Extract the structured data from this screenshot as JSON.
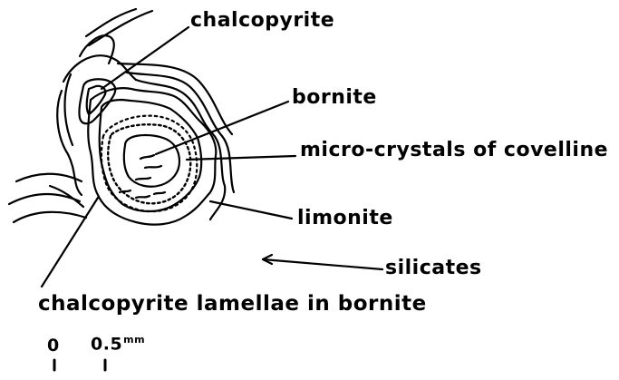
{
  "labels": {
    "chalcopyrite": "chalcopyrite",
    "bornite": "bornite",
    "covelline": "micro-crystals of covelline",
    "limonite": "limonite",
    "silicates": "silicates",
    "lamellae": "chalcopyrite lamellae in bornite"
  },
  "scale_bar": {
    "start": "0",
    "end": "0.5",
    "unit": "mm"
  },
  "colors": {
    "ink": "#000000",
    "background": "#ffffff"
  }
}
